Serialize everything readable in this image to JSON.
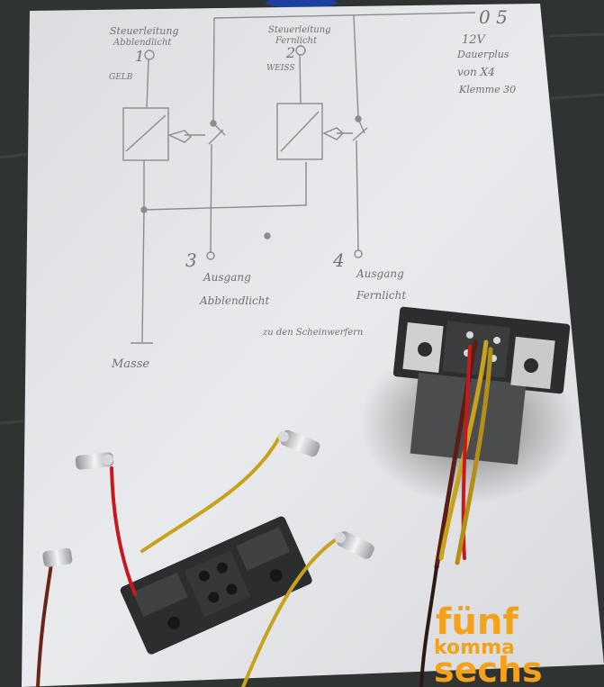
{
  "schematic": {
    "top_right_number": "0 5",
    "supply_line1": "12V",
    "supply_line2": "Dauerplus",
    "supply_line3": "von X4",
    "supply_line4": "Klemme 30",
    "pin1_number": "1",
    "pin1_label_line1": "Steuerleitung",
    "pin1_label_line2": "Abblendlicht",
    "pin1_color": "GELB",
    "pin2_number": "2",
    "pin2_label_line1": "Steuerleitung",
    "pin2_label_line2": "Fernlicht",
    "pin2_color": "WEISS",
    "pin3_number": "3",
    "pin3_label_line1": "Ausgang",
    "pin3_label_line2": "Abblendlicht",
    "pin4_number": "4",
    "pin4_label_line1": "Ausgang",
    "pin4_label_line2": "Fernlicht",
    "note": "zu den Scheinwerfern",
    "ground_label": "Masse"
  },
  "watermark": {
    "line1": "fünf",
    "line2": "komma",
    "line3": "sechs",
    "color": "#f5a21a"
  },
  "colors": {
    "floor": "#2f3331",
    "paper": "#e9e9ec",
    "pencil": "#8a8c8e",
    "wire_red": "#c8181c",
    "wire_yellow": "#c9a21c",
    "wire_brown": "#5a1e14",
    "plastic": "#2b2d2e"
  }
}
